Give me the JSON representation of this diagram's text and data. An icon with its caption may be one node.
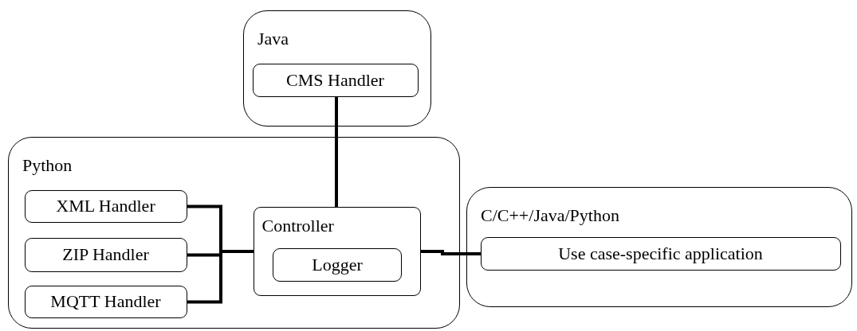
{
  "diagram": {
    "nodes": [
      {
        "text": [
          "Java"
        ]
      },
      {
        "text": [
          "CMS Handler"
        ],
        "in": 0
      },
      {
        "text": [
          "Python"
        ]
      },
      {
        "text": [
          "XML Handler"
        ],
        "in": 2
      },
      {
        "text": [
          "ZIP Handler"
        ],
        "in": 2
      },
      {
        "text": [
          "MQTT Handler"
        ],
        "in": 2
      },
      {
        "text": [
          "Controller"
        ],
        "in": 2
      },
      {
        "text": [
          "Logger"
        ],
        "in": 6
      },
      {
        "text": [
          "C/C++/Java/Python"
        ]
      },
      {
        "text": [
          "Use case-specific application"
        ],
        "in": 8
      }
    ],
    "edges": [
      {
        "from": 1,
        "to": 6,
        "arrow": "none"
      },
      {
        "from": 3,
        "to": 6,
        "arrow": "none"
      },
      {
        "from": 4,
        "to": 6,
        "arrow": "none"
      },
      {
        "from": 5,
        "to": 6,
        "arrow": "none"
      },
      {
        "from": 6,
        "to": 9,
        "arrow": "none"
      }
    ]
  }
}
